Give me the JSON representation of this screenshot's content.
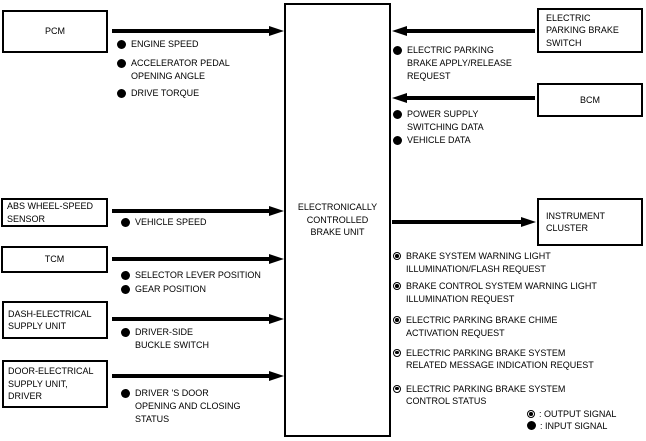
{
  "boxes": {
    "pcm": {
      "label": "PCM"
    },
    "abs_wheel_speed_sensor": {
      "label": "ABS WHEEL-SPEED\nSENSOR"
    },
    "tcm": {
      "label": "TCM"
    },
    "dash_electrical_supply_unit": {
      "label": "DASH-ELECTRICAL\nSUPPLY UNIT"
    },
    "door_electrical_supply_unit": {
      "label": "DOOR-ELECTRICAL\nSUPPLY UNIT,\nDRIVER"
    },
    "center_unit": {
      "label": "ELECTRONICALLY\nCONTROLLED\nBRAKE UNIT"
    },
    "electric_parking_brake_switch": {
      "label": "ELECTRIC\nPARKING BRAKE\nSWITCH"
    },
    "bcm": {
      "label": "BCM"
    },
    "instrument_cluster": {
      "label": "INSTRUMENT\nCLUSTER"
    }
  },
  "input_signals": {
    "pcm": [
      {
        "text": "ENGINE SPEED"
      },
      {
        "text": "ACCELERATOR PEDAL\nOPENING ANGLE"
      },
      {
        "text": "DRIVE TORQUE"
      }
    ],
    "abs": [
      {
        "text": "VEHICLE SPEED"
      }
    ],
    "tcm": [
      {
        "text": "SELECTOR LEVER POSITION"
      },
      {
        "text": "GEAR POSITION"
      }
    ],
    "dash": [
      {
        "text": "DRIVER-SIDE\nBUCKLE SWITCH"
      }
    ],
    "door": [
      {
        "text": "DRIVER 'S DOOR\nOPENING AND CLOSING\nSTATUS"
      }
    ],
    "epb_switch": [
      {
        "text": "ELECTRIC PARKING\nBRAKE APPLY/RELEASE\nREQUEST"
      }
    ],
    "bcm": [
      {
        "text": "POWER SUPPLY\nSWITCHING DATA"
      },
      {
        "text": "VEHICLE DATA"
      }
    ]
  },
  "output_signals": [
    {
      "text": "BRAKE SYSTEM WARNING LIGHT\nILLUMINATION/FLASH REQUEST"
    },
    {
      "text": "BRAKE CONTROL SYSTEM WARNING LIGHT\nILLUMINATION REQUEST"
    },
    {
      "text": "ELECTRIC PARKING BRAKE CHIME\nACTIVATION REQUEST"
    },
    {
      "text": "ELECTRIC PARKING BRAKE SYSTEM\nRELATED MESSAGE INDICATION REQUEST"
    },
    {
      "text": "ELECTRIC PARKING BRAKE SYSTEM\nCONTROL STATUS"
    }
  ],
  "legend": {
    "output_label": ": OUTPUT SIGNAL",
    "input_label": ": INPUT SIGNAL"
  },
  "colors": {
    "ink": "#000000",
    "background": "#ffffff"
  }
}
